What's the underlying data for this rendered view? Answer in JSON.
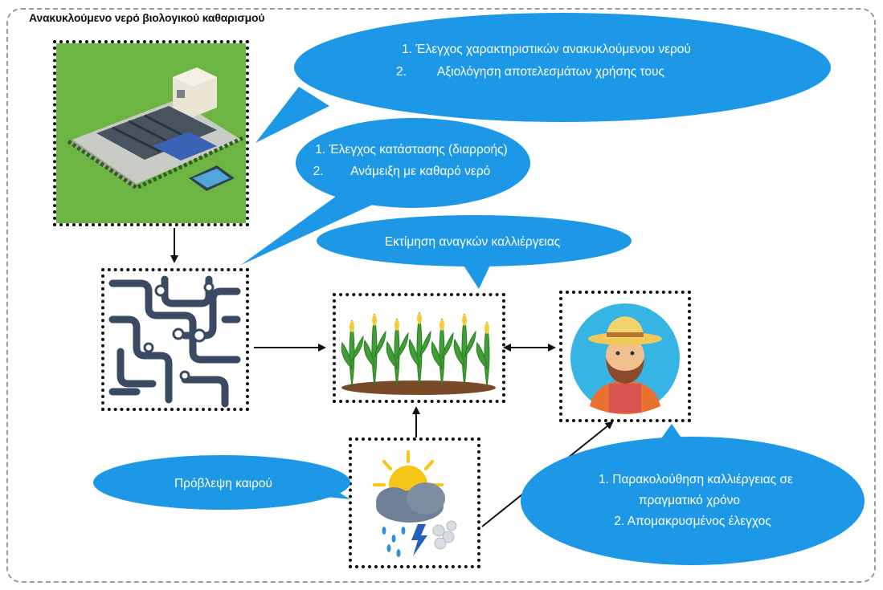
{
  "title": "Ανακυκλούμενο νερό βιολογικού καθαρισμού",
  "bubbles": {
    "plant_checks": {
      "line1": "1. Έλεγχος χαρακτηριστικών ανακυκλούμενου νερού",
      "line2": "2.         Αξιολόγηση αποτελεσμάτων χρήσης τους"
    },
    "pipe_checks": {
      "line1": "1. Έλεγχος κατάστασης (διαρροής)",
      "line2": "2.        Ανάμειξη με καθαρό νερό"
    },
    "crop_needs": "Εκτίμηση αναγκών καλλιέργειας",
    "weather": "Πρόβλεψη καιρού",
    "farmer_actions": {
      "line1": "1. Παρακολούθηση καλλιέργειας σε",
      "line2": "πραγματικό χρόνο",
      "line3": "2. Απομακρυσμένος έλεγχος"
    }
  },
  "colors": {
    "bubble": "#1c98e6",
    "pipes": "#3b4a63",
    "grass": "#7dbd4c",
    "farmer_bg": "#36b5e5"
  },
  "icons": [
    "treatment-plant-icon",
    "pipes-icon",
    "crop-field-icon",
    "farmer-icon",
    "weather-icon"
  ]
}
